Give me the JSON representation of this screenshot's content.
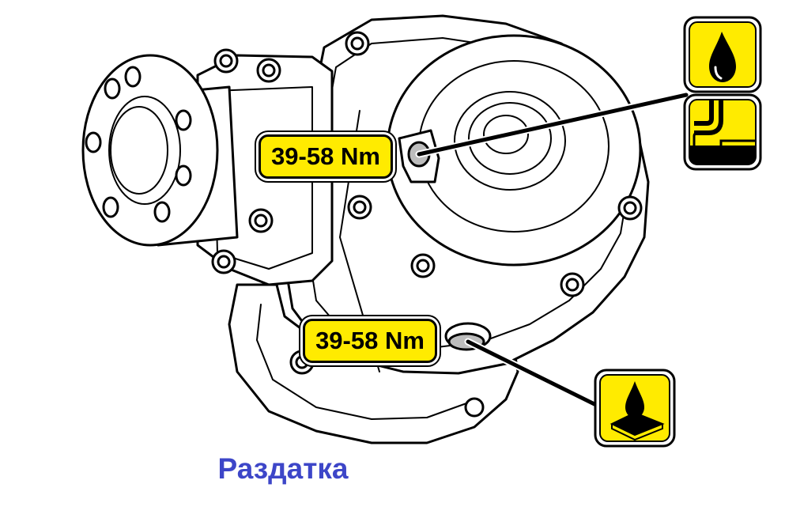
{
  "diagram": {
    "torque_fill_plug": "39-58 Nm",
    "torque_drain_plug": "39-58 Nm",
    "caption": "Раздатка",
    "icons": [
      "oil-drop-icon",
      "fill-level-icon",
      "oil-drain-icon"
    ],
    "colors": {
      "label_fill": "#ffeb00",
      "caption": "#3d46c8",
      "outline": "#000000"
    }
  }
}
